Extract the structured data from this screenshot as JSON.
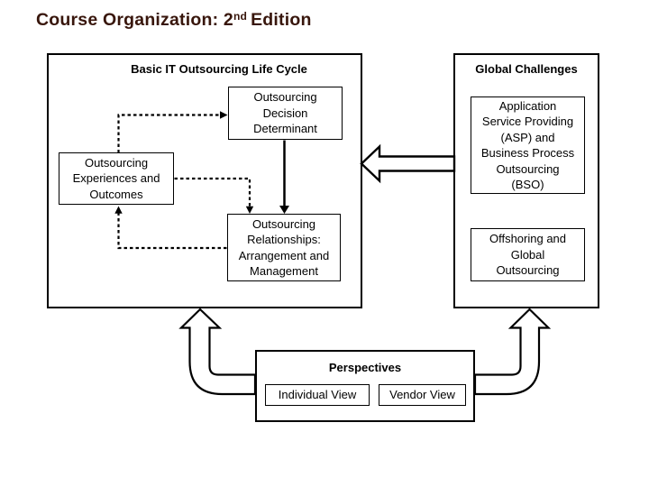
{
  "title": {
    "main": "Course Organization: 2",
    "superscript": "nd",
    "tail": "Edition"
  },
  "left_panel": {
    "header": "Basic IT Outsourcing Life Cycle",
    "decision_box": "Outsourcing\nDecision\nDeterminant",
    "experiences_box": "Outsourcing\nExperiences and\nOutcomes",
    "relationships_box": "Outsourcing\nRelationships:\nArrangement and\nManagement"
  },
  "right_panel": {
    "header": "Global Challenges",
    "asp_box": "Application\nService Providing\n(ASP) and\nBusiness Process\nOutsourcing\n(BSO)",
    "offshoring_box": "Offshoring and\nGlobal\nOutsourcing"
  },
  "perspectives_panel": {
    "header": "Perspectives",
    "individual_box": "Individual View",
    "vendor_box": "Vendor View"
  },
  "colors": {
    "title_text": "#38160c",
    "diagram_lines": "#000000",
    "background": "#ffffff"
  }
}
